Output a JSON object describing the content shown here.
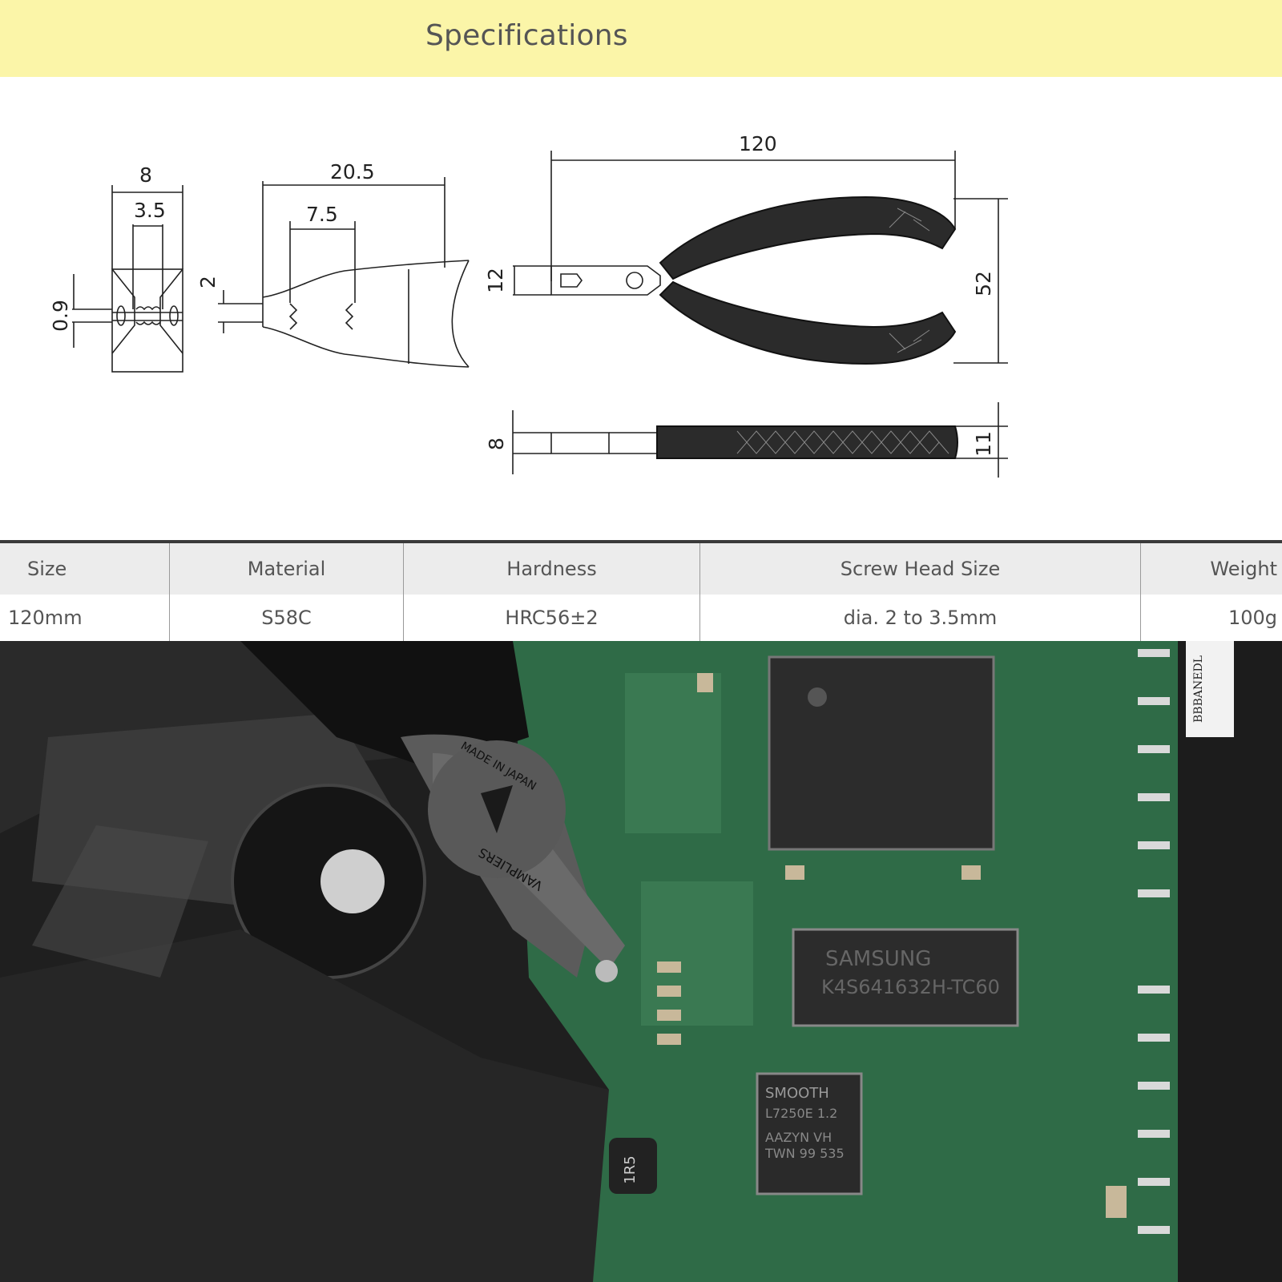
{
  "header": {
    "title": "Specifications"
  },
  "dimensions": {
    "front_width": "8",
    "front_gap": "3.5",
    "front_thickness": "0.9",
    "jaw_length": "20.5",
    "jaw_groove": "7.5",
    "jaw_tip": "2",
    "overall_length": "120",
    "head_height": "12",
    "overall_height": "52",
    "side_head": "8",
    "side_handle": "11"
  },
  "spec_table": {
    "headers": [
      "Size",
      "Material",
      "Hardness",
      "Screw Head Size",
      "Weight"
    ],
    "values": [
      "120mm",
      "S58C",
      "HRC56±2",
      "dia. 2 to 3.5mm",
      "100g"
    ]
  },
  "photo": {
    "plier_stamp": [
      "MADE IN JAPAN",
      "VAMPLIERS"
    ],
    "chip_labels": [
      "SAMSUNG",
      "K4S641632H-TC60",
      "SMOOTH",
      "L7250E 1.2",
      "AAZYN VH",
      "TWN 99 535",
      "1R5",
      "BBBANEDL"
    ]
  },
  "colors": {
    "banner": "#fbf5a8",
    "pcb_green": "#2f6b47",
    "table_header": "#ececec"
  }
}
